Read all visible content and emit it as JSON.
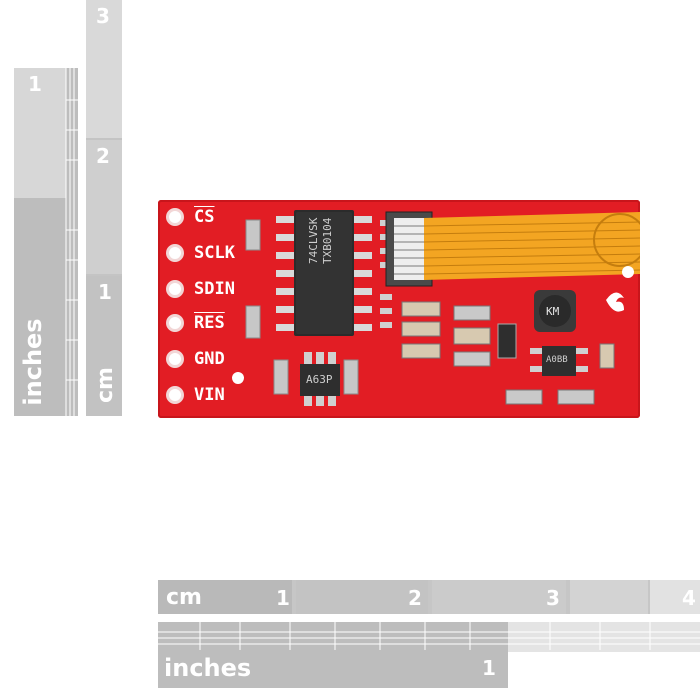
{
  "ruler_left": {
    "unit_cm": "cm",
    "unit_inches": "inches",
    "num_cm_1": "1",
    "num_cm_2": "2",
    "num_cm_3": "3",
    "num_in_1": "1"
  },
  "ruler_bottom": {
    "unit_cm": "cm",
    "unit_inches": "inches",
    "num_cm_1": "1",
    "num_cm_2": "2",
    "num_cm_3": "3",
    "num_cm_4": "4",
    "num_in_1": "1"
  },
  "board": {
    "pins": [
      "CS",
      "SCLK",
      "SDIN",
      "RES",
      "GND",
      "VIN"
    ],
    "ic_main_line1": "74CLVSK",
    "ic_main_line2": "TXB0104",
    "ic_small_label": "A63P",
    "inductor_label": "KM",
    "regulator_label": "A0BB"
  },
  "colors": {
    "board_red": "#e21d24",
    "ribbon_orange": "#f3a522",
    "ruler_gray": "#b8b8b8"
  }
}
